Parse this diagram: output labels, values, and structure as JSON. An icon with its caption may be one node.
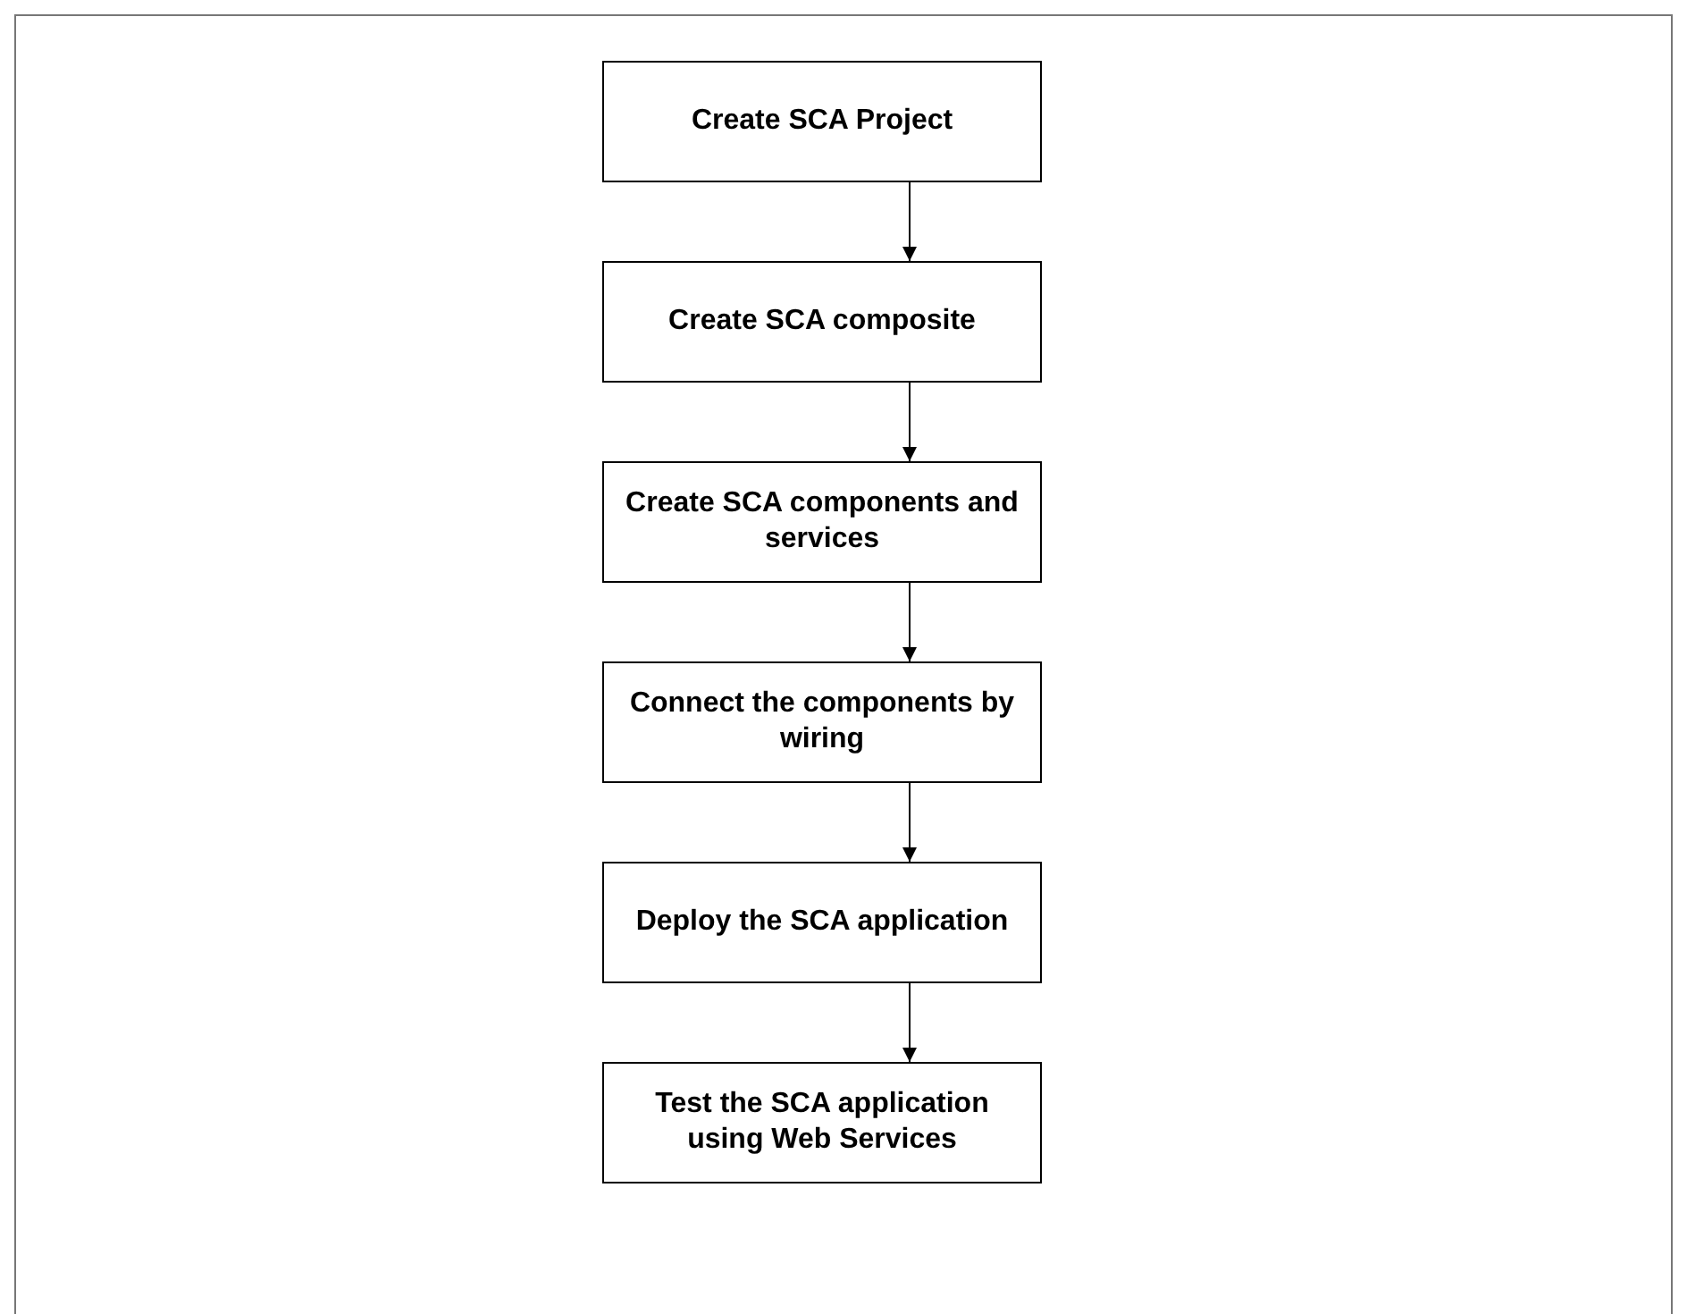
{
  "diagram": {
    "nodes": [
      {
        "text": [
          "Create SCA Project"
        ]
      },
      {
        "text": [
          "Create SCA composite"
        ]
      },
      {
        "text": [
          "Create SCA components and services"
        ]
      },
      {
        "text": [
          "Connect the components by wiring"
        ]
      },
      {
        "text": [
          "Deploy the SCA application"
        ]
      },
      {
        "text": [
          "Test the SCA application using Web Services"
        ]
      }
    ],
    "edges": [
      {
        "from": 0,
        "to": 1,
        "arrow": "to"
      },
      {
        "from": 1,
        "to": 2,
        "arrow": "to"
      },
      {
        "from": 2,
        "to": 3,
        "arrow": "to"
      },
      {
        "from": 3,
        "to": 4,
        "arrow": "to"
      },
      {
        "from": 4,
        "to": 5,
        "arrow": "to"
      }
    ]
  }
}
